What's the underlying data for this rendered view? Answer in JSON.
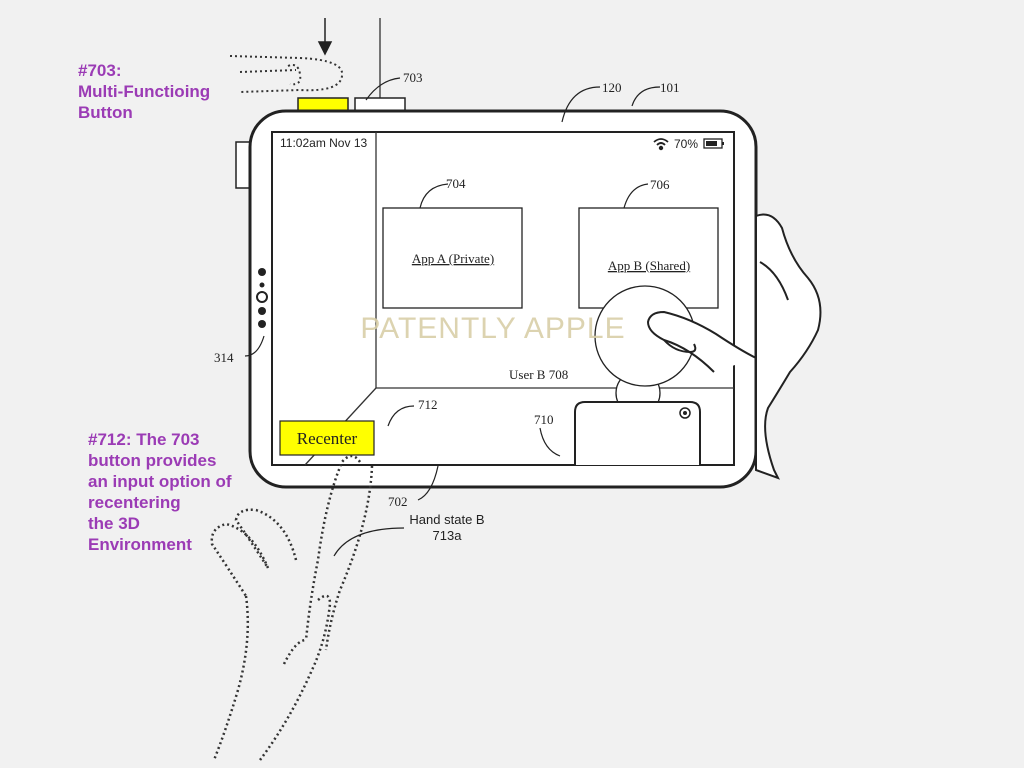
{
  "callouts": {
    "button_703": [
      "#703:",
      "Multi-Functioing",
      "Button"
    ],
    "button_712": [
      "#712: The 703",
      "button provides",
      "an input option of",
      "recentering",
      "the 3D",
      "Environment"
    ]
  },
  "ref_numbers": {
    "r703": "703",
    "r120": "120",
    "r101": "101",
    "r704": "704",
    "r706": "706",
    "r314": "314",
    "r712": "712",
    "r710": "710",
    "r702": "702"
  },
  "status_bar": {
    "time": "11:02am Nov 13",
    "battery": "70%"
  },
  "apps": {
    "app_a": "App A (Private)",
    "app_b": "App B (Shared)"
  },
  "user_b": "User B 708",
  "recenter_button": "Recenter",
  "hand_state": [
    "Hand state B",
    "713a"
  ],
  "watermark": "PATENTLY APPLE",
  "colors": {
    "highlight": "#ffff00",
    "callout": "#9b3bb5",
    "line": "#222222"
  }
}
